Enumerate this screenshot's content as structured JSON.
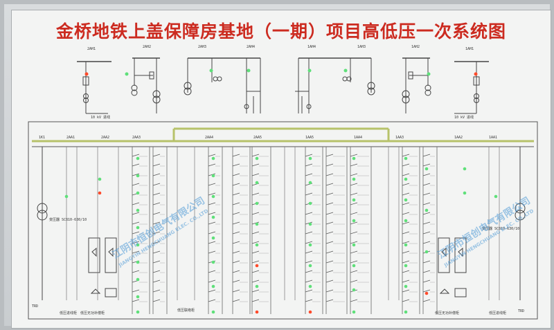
{
  "title": "金桥地铁上盖保障房基地（一期）项目高低压一次系统图",
  "colors": {
    "title": "#cc2b20",
    "bus": "#b7c26a",
    "line": "#444444",
    "indicator_green": "#5fe07a",
    "indicator_red": "#ff4a2a",
    "watermark": "#4f9bd6"
  },
  "watermark": {
    "left_cn": "江阴市恒创电气有限公司",
    "left_en": "JIANGYIN HENGCHUANG ELEC. CO.,LTD",
    "right_cn": "江阴市恒创电气有限公司",
    "right_en": "JIANGYIN HENGCHUANG ELEC. CO.,LTD"
  },
  "hv_cabinets": [
    "2AH1",
    "2AH2",
    "2AH3",
    "2AH4",
    "1AH4",
    "1AH3",
    "1AH2",
    "1AH1"
  ],
  "hv_notes": {
    "left_incoming": "10 kV 进线",
    "right_incoming": "10 kV 进线"
  },
  "lv_panels": [
    "1K1",
    "2AA1",
    "2AA2",
    "2AA3",
    "2AA4",
    "2AA5",
    "1AA5",
    "1AA4",
    "1AA3",
    "1AA2",
    "1AA1"
  ],
  "lv_notes": {
    "left_transformer": "变压器 SCB10-630/10",
    "right_transformer": "变压器 SCB10-630/10",
    "left_cap_note": "低压无功补偿柜",
    "right_cap_note": "低压无功补偿柜",
    "left_bottom": "TRD",
    "right_bottom": "TRD",
    "left_bottom2": "低压进线柜",
    "right_bottom2": "低压进线柜",
    "bus_tie": "低压联络柜"
  }
}
